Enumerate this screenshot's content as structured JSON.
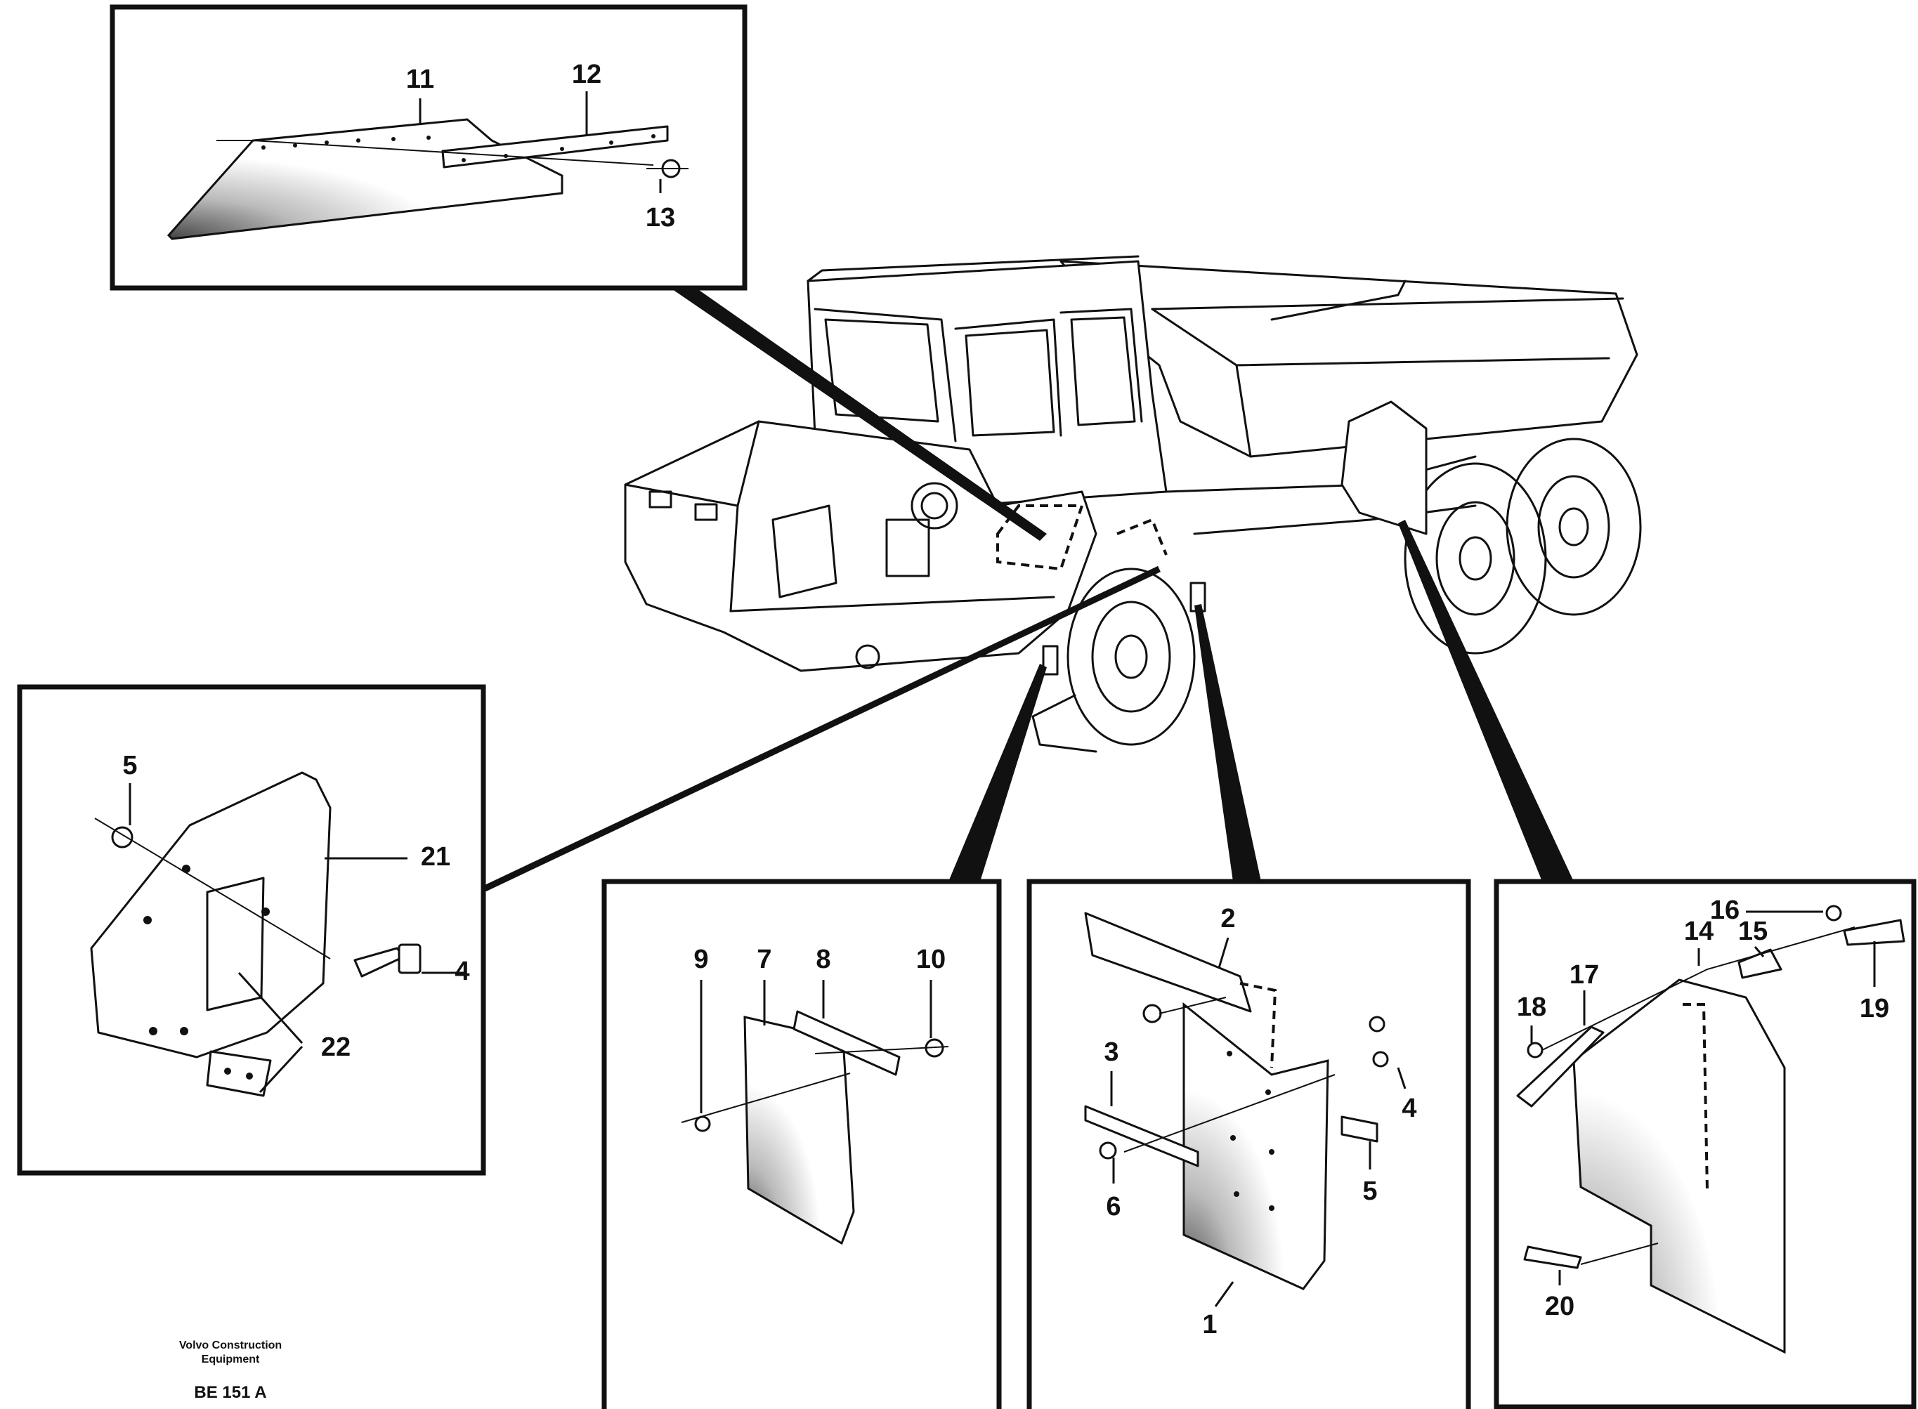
{
  "diagram": {
    "inset_top_labels": [
      "11",
      "12",
      "13"
    ],
    "inset_left_labels": [
      "5",
      "21",
      "4",
      "22"
    ],
    "inset_a_labels": [
      "9",
      "7",
      "8",
      "10"
    ],
    "inset_b_labels": [
      "2",
      "3",
      "4",
      "6",
      "5",
      "1"
    ],
    "inset_c_labels": [
      "16",
      "14",
      "15",
      "18",
      "17",
      "19",
      "20"
    ]
  },
  "footer": {
    "company_line1": "Volvo Construction",
    "company_line2": "Equipment",
    "figure_id": "BE 151 A"
  }
}
